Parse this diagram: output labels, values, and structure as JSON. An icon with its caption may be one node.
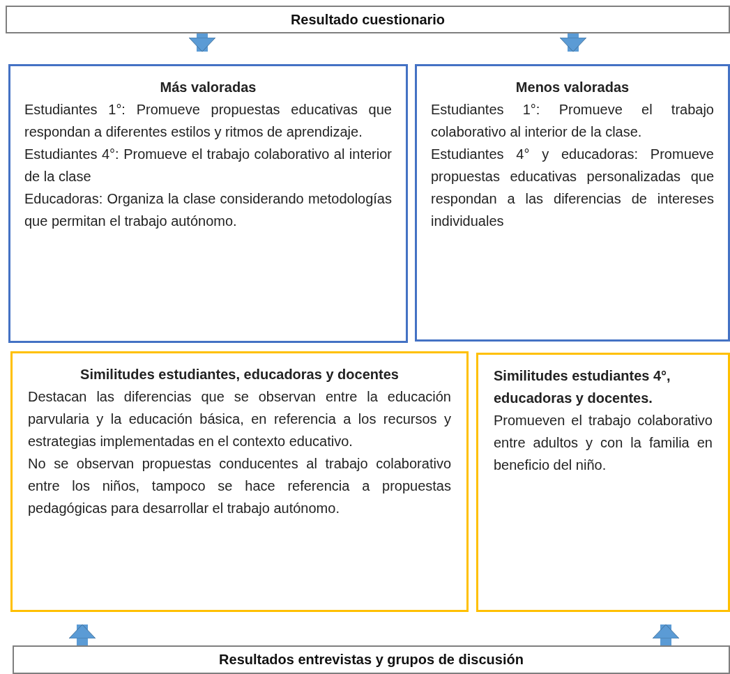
{
  "diagram": {
    "nodes": [
      {
        "text": [
          "Resultado cuestionario"
        ]
      },
      {
        "text": [
          "Más valoradas",
          "Estudiantes 1°: Promueve propuestas educativas que respondan a diferentes estilos y ritmos de aprendizaje.",
          "Estudiantes 4°: Promueve el trabajo colaborativo al interior de la clase",
          "Educadoras: Organiza la clase considerando metodologías que permitan el trabajo autónomo."
        ]
      },
      {
        "text": [
          "Menos valoradas",
          "Estudiantes 1°: Promueve el trabajo colaborativo al interior de la clase.",
          "Estudiantes 4° y educadoras: Promueve propuestas educativas personalizadas que respondan a las diferencias de intereses individuales"
        ]
      },
      {
        "text": [
          "Similitudes estudiantes, educadoras y docentes",
          "Destacan las diferencias que se observan entre la educación parvularia y la educación básica, en referencia a los recursos y estrategias implementadas en el contexto educativo.",
          "No se observan propuestas conducentes al trabajo colaborativo entre los niños, tampoco se hace referencia a propuestas pedagógicas para desarrollar el trabajo autónomo."
        ]
      },
      {
        "text": [
          "Similitudes estudiantes 4°, educadoras y docentes.",
          "Promueven el trabajo colaborativo entre adultos y con la familia en beneficio del niño."
        ]
      },
      {
        "text": [
          "Resultados entrevistas y grupos de discusión"
        ]
      }
    ],
    "edges": [
      {
        "from": 0,
        "to": 1,
        "arrow": "to"
      },
      {
        "from": 0,
        "to": 2,
        "arrow": "to"
      },
      {
        "from": 5,
        "to": 3,
        "arrow": "to"
      },
      {
        "from": 5,
        "to": 4,
        "arrow": "to"
      }
    ]
  }
}
